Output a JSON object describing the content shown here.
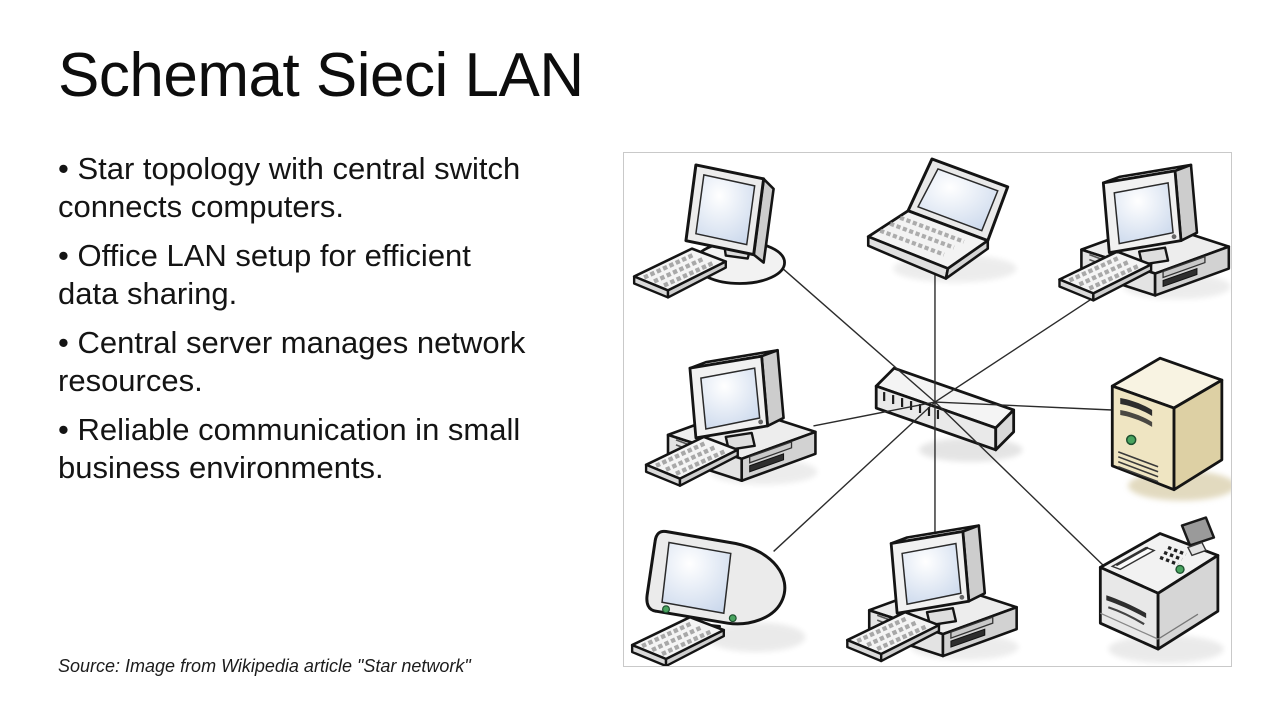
{
  "slide": {
    "title": "Schemat Sieci LAN",
    "bullets": [
      "• Star topology with central switch\nconnects computers.",
      "• Office LAN setup for efficient\ndata sharing.",
      "• Central server manages network\nresources.",
      "• Reliable communication in small\nbusiness environments."
    ],
    "source_note": "Source: Image from Wikipedia article \"Star network\""
  },
  "figure": {
    "description": "Star network topology diagram: LCD terminal, laptop, three desktop computers, server tower, all-in-one computer and printer, each wired to a central switch",
    "hub": "switch",
    "devices": [
      "lcd-terminal",
      "laptop",
      "desktop-computer",
      "desktop-computer",
      "server-tower",
      "all-in-one-computer",
      "desktop-computer",
      "printer"
    ],
    "colors": {
      "outline": "#141414",
      "device_gray": "#ececec",
      "screen_blue": "#c8d6eb",
      "server_tan": "#efe5c2",
      "led_green": "#49a45f",
      "cable": "#2b2b2b",
      "figure_border": "#c9c9c9"
    }
  }
}
